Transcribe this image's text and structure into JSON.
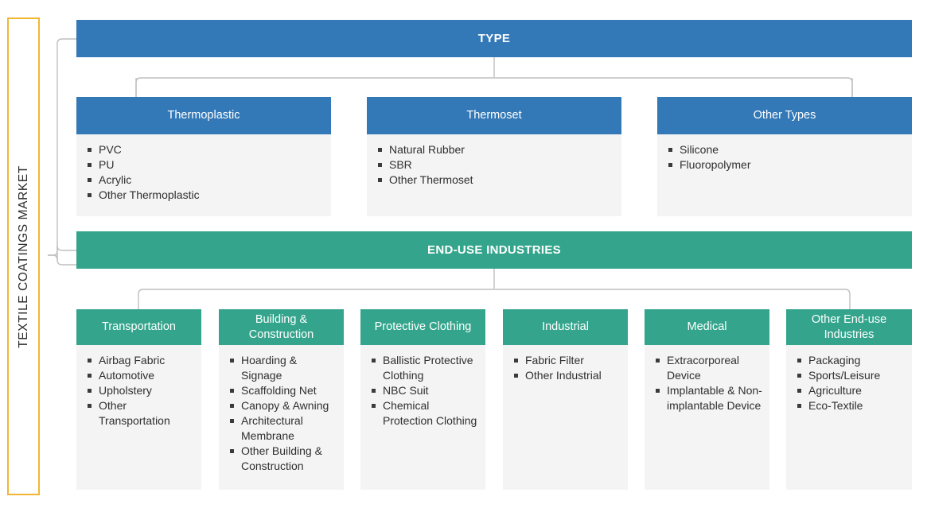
{
  "market": {
    "label": "TEXTILE COATINGS MARKET"
  },
  "colors": {
    "type_blue": "#3479B7",
    "enduse_green": "#34A58C",
    "card_body": "#F4F4F4",
    "market_border": "#F2B632",
    "connector": "#BFBFBF"
  },
  "sections": {
    "type": {
      "title": "TYPE",
      "cards": [
        {
          "title": "Thermoplastic",
          "items": [
            "PVC",
            "PU",
            "Acrylic",
            "Other Thermoplastic"
          ]
        },
        {
          "title": "Thermoset",
          "items": [
            "Natural Rubber",
            "SBR",
            "Other Thermoset"
          ]
        },
        {
          "title": "Other Types",
          "items": [
            "Silicone",
            "Fluoropolymer"
          ]
        }
      ]
    },
    "enduse": {
      "title": "END-USE INDUSTRIES",
      "cards": [
        {
          "title": "Transportation",
          "items": [
            "Airbag Fabric",
            "Automotive",
            "Upholstery",
            "Other Transportation"
          ]
        },
        {
          "title": "Building & Construction",
          "items": [
            "Hoarding & Signage",
            "Scaffolding Net",
            "Canopy & Awning",
            "Architectural Membrane",
            "Other Building & Construction"
          ]
        },
        {
          "title": "Protective Clothing",
          "items": [
            "Ballistic Protective Clothing",
            "NBC Suit",
            "Chemical Protection Clothing"
          ]
        },
        {
          "title": "Industrial",
          "items": [
            "Fabric Filter",
            "Other Industrial"
          ]
        },
        {
          "title": "Medical",
          "items": [
            "Extracorporeal Device",
            "Implantable & Non-implantable Device"
          ]
        },
        {
          "title": "Other End-use Industries",
          "items": [
            "Packaging",
            "Sports/Leisure",
            "Agriculture",
            "Eco-Textile"
          ]
        }
      ]
    }
  }
}
